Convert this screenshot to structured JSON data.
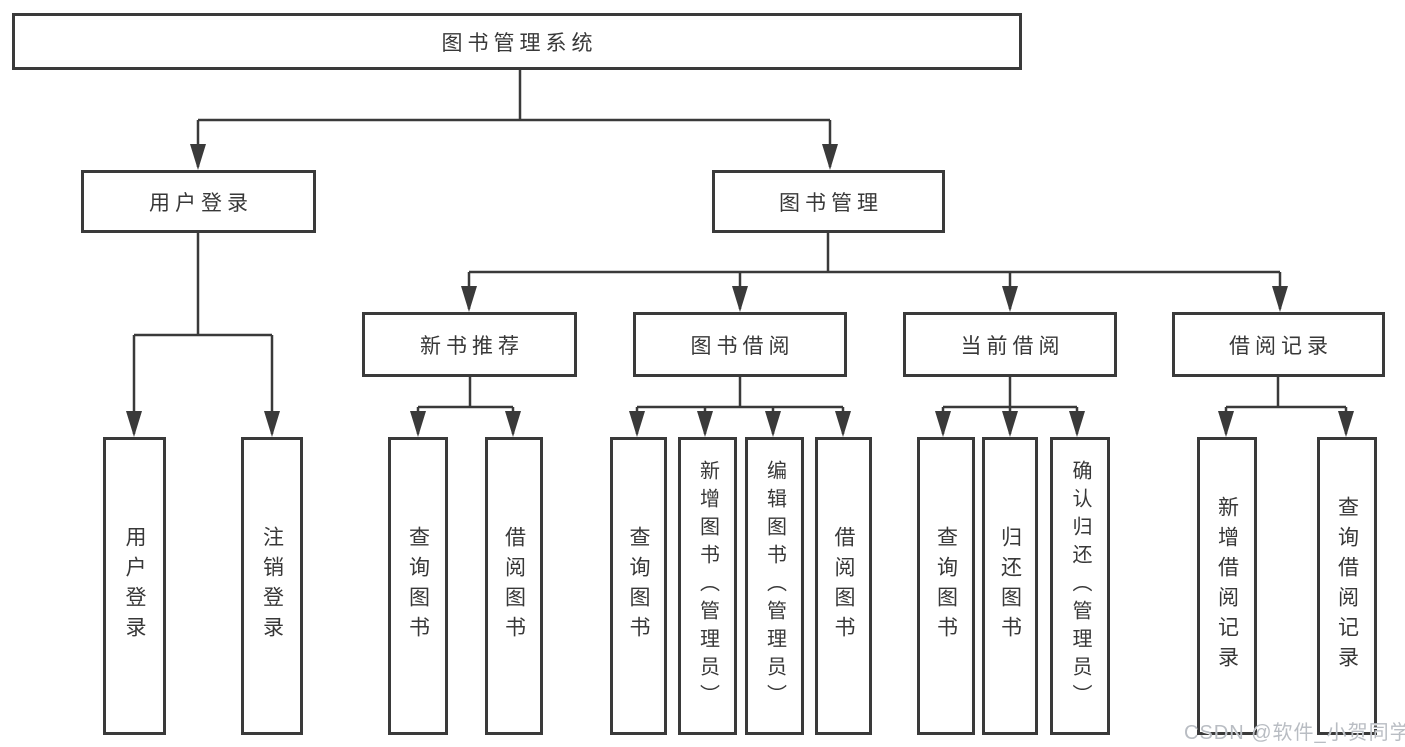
{
  "diagram": {
    "root": {
      "label": "图书管理系统"
    },
    "branches": {
      "login": {
        "label": "用户登录",
        "children": [
          {
            "label": "用户登录"
          },
          {
            "label": "注销登录"
          }
        ]
      },
      "management": {
        "label": "图书管理",
        "groups": [
          {
            "label": "新书推荐",
            "children": [
              {
                "label": "查询图书"
              },
              {
                "label": "借阅图书"
              }
            ]
          },
          {
            "label": "图书借阅",
            "children": [
              {
                "label": "查询图书"
              },
              {
                "label": "新增图书（管理员）"
              },
              {
                "label": "编辑图书（管理员）"
              },
              {
                "label": "借阅图书"
              }
            ]
          },
          {
            "label": "当前借阅",
            "children": [
              {
                "label": "查询图书"
              },
              {
                "label": "归还图书"
              },
              {
                "label": "确认归还（管理员）"
              }
            ]
          },
          {
            "label": "借阅记录",
            "children": [
              {
                "label": "新增借阅记录"
              },
              {
                "label": "查询借阅记录"
              }
            ]
          }
        ]
      }
    }
  },
  "watermark": "CSDN @软件_小贺同学",
  "colors": {
    "line": "#3a3a3a",
    "text": "#383838",
    "watermark": "#b9bdc3",
    "background": "#ffffff"
  }
}
